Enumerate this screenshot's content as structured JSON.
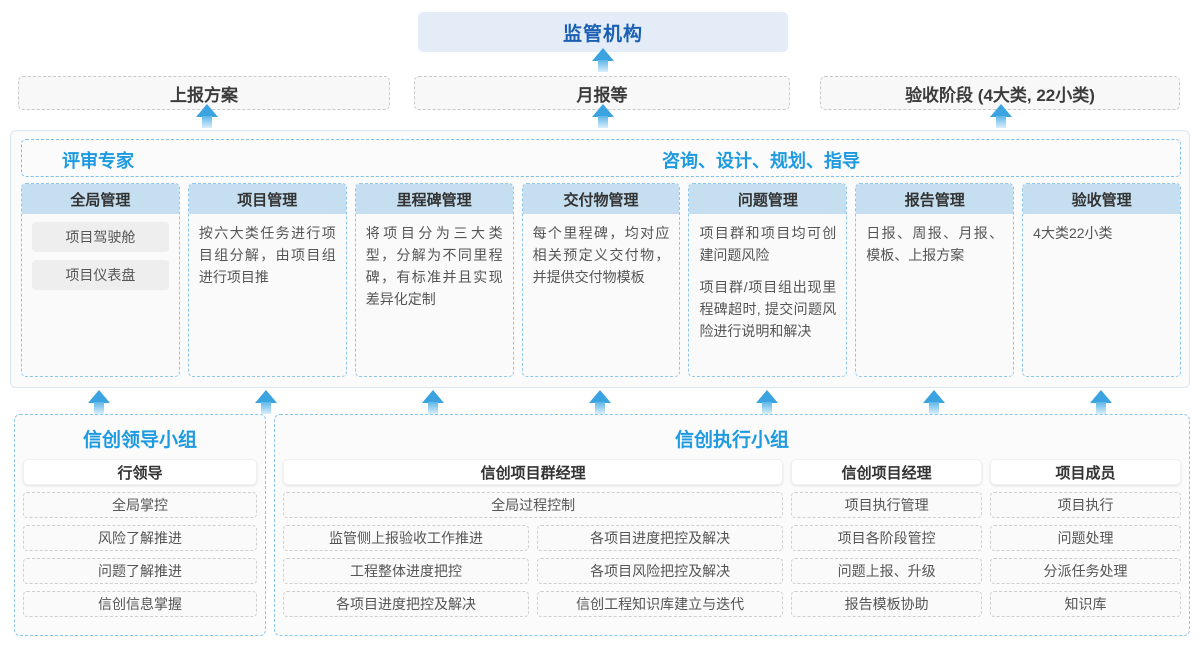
{
  "top": {
    "title": "监管机构",
    "boxes": [
      "上报方案",
      "月报等",
      "验收阶段 (4大类, 22小类)"
    ]
  },
  "middle": {
    "role_labels": [
      "评审专家",
      "咨询、设计、规划、指导"
    ],
    "columns": [
      {
        "header": "全局管理",
        "pills": [
          "项目驾驶舱",
          "项目仪表盘"
        ],
        "paragraphs": []
      },
      {
        "header": "项目管理",
        "pills": [],
        "paragraphs": [
          "按六大类任务进行项目组分解，由项目组进行项目推"
        ]
      },
      {
        "header": "里程碑管理",
        "pills": [],
        "paragraphs": [
          "将项目分为三大类型，分解为不同里程碑，有标准并且实现差异化定制"
        ]
      },
      {
        "header": "交付物管理",
        "pills": [],
        "paragraphs": [
          "每个里程碑，均对应相关预定义交付物，并提供交付物模板"
        ]
      },
      {
        "header": "问题管理",
        "pills": [],
        "paragraphs": [
          "项目群和项目均可创建问题风险",
          "项目群/项目组出现里程碑超时, 提交问题风险进行说明和解决"
        ]
      },
      {
        "header": "报告管理",
        "pills": [],
        "paragraphs": [
          "日报、周报、月报、模板、上报方案"
        ]
      },
      {
        "header": "验收管理",
        "pills": [],
        "paragraphs": [
          "4大类22小类"
        ]
      }
    ]
  },
  "bottom": {
    "left_group": {
      "title": "信创领导小组",
      "head": "行领导",
      "items": [
        "全局掌控",
        "风险了解推进",
        "问题了解推进",
        "信创信息掌握"
      ]
    },
    "right_group": {
      "title": "信创执行小组",
      "columns": [
        {
          "head": "信创项目群经理",
          "full_item": "全局过程控制",
          "left_items": [
            "监管侧上报验收工作推进",
            "工程整体进度把控",
            "各项目进度把控及解决"
          ],
          "right_items": [
            "各项目进度把控及解决",
            "各项目风险把控及解决",
            "信创工程知识库建立与迭代"
          ]
        },
        {
          "head": "信创项目经理",
          "items": [
            "项目执行管理",
            "项目各阶段管控",
            "问题上报、升级",
            "报告模板协助"
          ]
        },
        {
          "head": "项目成员",
          "items": [
            "项目执行",
            "问题处理",
            "分派任务处理",
            "知识库"
          ]
        }
      ]
    }
  },
  "colors": {
    "accent_blue": "#1e9ae0",
    "title_blue": "#1a5fb4",
    "col_head_bg": "#c6dff0",
    "arrow": "#3aa3e0"
  }
}
